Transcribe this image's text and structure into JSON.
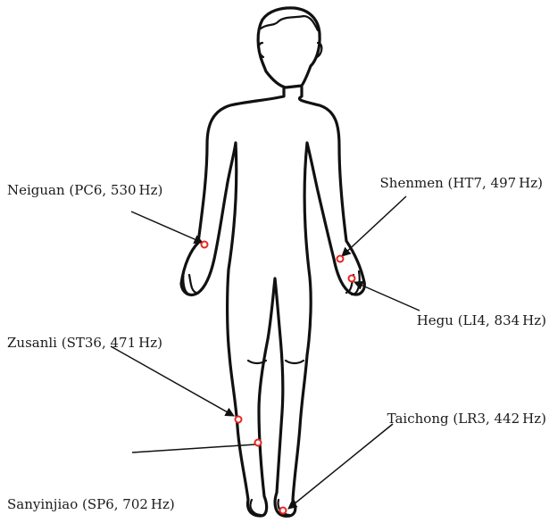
{
  "colors": {
    "acupoint": "#e8251f",
    "outline": "#111111",
    "text": "#1a1a1a"
  },
  "acupoints": [
    {
      "id": "neiguan",
      "label": "Neiguan (PC6, 530 Hz)"
    },
    {
      "id": "shenmen",
      "label": "Shenmen (HT7, 497 Hz)"
    },
    {
      "id": "hegu",
      "label": "Hegu (LI4, 834 Hz)"
    },
    {
      "id": "zusanli",
      "label": "Zusanli (ST36, 471 Hz)"
    },
    {
      "id": "taichong",
      "label": "Taichong (LR3, 442 Hz)"
    },
    {
      "id": "sanyinjiao",
      "label": "Sanyinjiao (SP6, 702 Hz)"
    }
  ]
}
